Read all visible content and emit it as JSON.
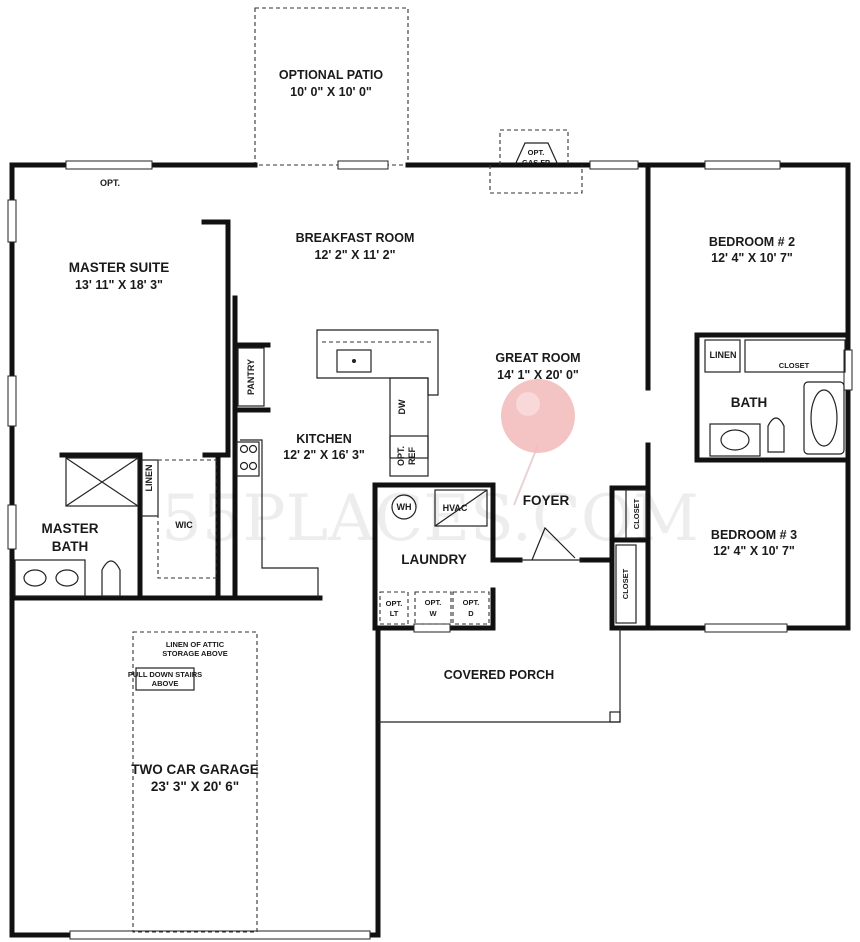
{
  "rooms": {
    "optional_patio": {
      "name": "OPTIONAL PATIO",
      "size": "10' 0\" X 10' 0\""
    },
    "breakfast_room": {
      "name": "BREAKFAST ROOM",
      "size": "12' 2\" X 11' 2\""
    },
    "master_suite": {
      "name": "MASTER SUITE",
      "size": "13' 11\" X 18' 3\""
    },
    "bedroom2": {
      "name": "BEDROOM # 2",
      "size": "12' 4\" X 10' 7\""
    },
    "great_room": {
      "name": "GREAT ROOM",
      "size": "14' 1\" X 20' 0\""
    },
    "kitchen": {
      "name": "KITCHEN",
      "size": "12' 2\" X 16' 3\""
    },
    "bath": {
      "name": "BATH"
    },
    "foyer": {
      "name": "FOYER"
    },
    "bedroom3": {
      "name": "BEDROOM # 3",
      "size": "12' 4\" X 10' 7\""
    },
    "master_bath": {
      "line1": "MASTER",
      "line2": "BATH"
    },
    "laundry": {
      "name": "LAUNDRY"
    },
    "covered_porch": {
      "name": "COVERED PORCH"
    },
    "garage": {
      "name": "TWO CAR GARAGE",
      "size": "23' 3\" X 20' 6\""
    }
  },
  "fixtures": {
    "opt_window": "OPT.",
    "gas_fp_line1": "OPT.",
    "gas_fp_line2": "GAS FP",
    "pantry": "PANTRY",
    "dw": "DW",
    "ref_line1": "OPT.",
    "ref_line2": "REF",
    "linen_bath": "LINEN",
    "closet_bath": "CLOSET",
    "linen_master": "LINEN",
    "wic": "WIC",
    "wh": "WH",
    "hvac": "HVAC",
    "closet_b3_a": "CLOSET",
    "closet_b3_b": "CLOSET",
    "lt_line1": "OPT.",
    "lt_line2": "LT",
    "washer_line1": "OPT.",
    "washer_line2": "W",
    "dryer_line1": "OPT.",
    "dryer_line2": "D",
    "attic_line1": "LINEN OF ATTIC",
    "attic_line2": "STORAGE ABOVE",
    "stairs_line1": "PULL DOWN STAIRS",
    "stairs_line2": "ABOVE"
  },
  "watermark": "55PLACES.COM",
  "colors": {
    "walls": "#111111",
    "marker": "#f2b8b8",
    "background": "#ffffff"
  }
}
